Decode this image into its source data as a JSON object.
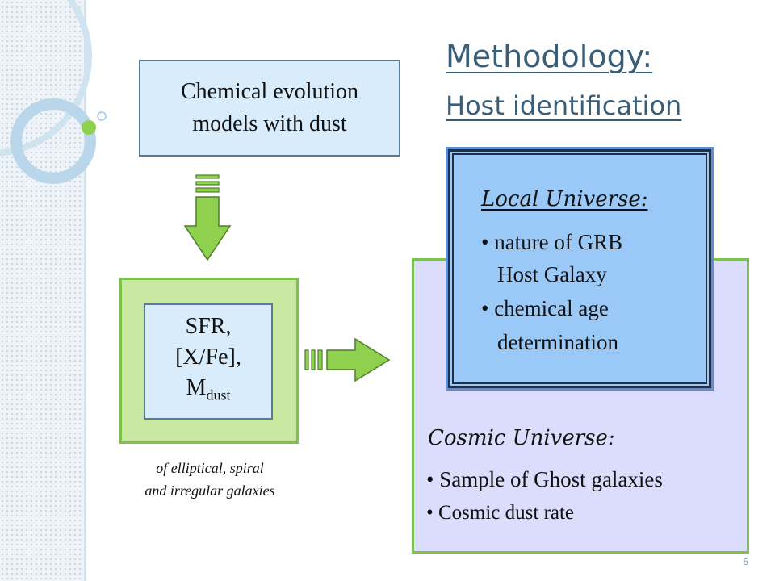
{
  "slide": {
    "title": "Methodology:",
    "subtitle": "Host identification",
    "page_number": "6"
  },
  "chem_box": {
    "line1": "Chemical evolution",
    "line2": "models with dust"
  },
  "outputs_box": {
    "line1": "SFR,",
    "line2": "[X/Fe],",
    "line3_main": "M",
    "line3_sub": "dust"
  },
  "caption": {
    "line1": "of elliptical, spiral",
    "line2": "and irregular galaxies"
  },
  "local_box": {
    "title": "Local Universe:",
    "items": [
      {
        "line1": "• nature of GRB",
        "line2": "Host Galaxy"
      },
      {
        "line1": "• chemical age",
        "line2": "determination"
      }
    ]
  },
  "cosmic_box": {
    "title": "Cosmic Universe:",
    "items": [
      "• Sample of Ghost galaxies",
      "• Cosmic dust rate"
    ]
  },
  "colors": {
    "title_blue": "#3b5e78",
    "light_blue": "#d9ecfb",
    "green": "#7cc04f",
    "light_green": "#c9e8a2",
    "lavender": "#dcdcfc",
    "sky_blue": "#9ac9f8"
  }
}
